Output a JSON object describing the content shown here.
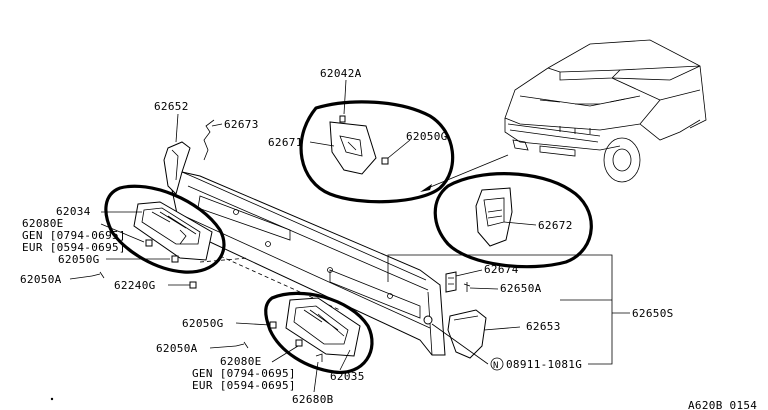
{
  "colors": {
    "line": "#000000",
    "background": "#ffffff"
  },
  "labels": {
    "p62042A": "62042A",
    "p62652": "62652",
    "p62673": "62673",
    "p62671": "62671",
    "p62050G_top": "62050G",
    "p62034": "62034",
    "p62080E_left": "62080E",
    "gen_left": "GEN [0794-0695]",
    "eur_left": "EUR [0594-0695]",
    "p62050G_left": "62050G",
    "p62050A_left": "62050A",
    "p62240G": "62240G",
    "p62672": "62672",
    "p62674": "62674",
    "p62650A": "62650A",
    "p62650S": "62650S",
    "p62653": "62653",
    "p62050G_mid": "62050G",
    "p62050A_mid": "62050A",
    "p62080E_mid": "62080E",
    "gen_mid": "GEN [0794-0695]",
    "eur_mid": "EUR [0594-0695]",
    "p62035": "62035",
    "p62680B": "62680B",
    "n_symbol": "N",
    "p08911": "08911-1081G",
    "diagram_code": "A620B 0154"
  }
}
